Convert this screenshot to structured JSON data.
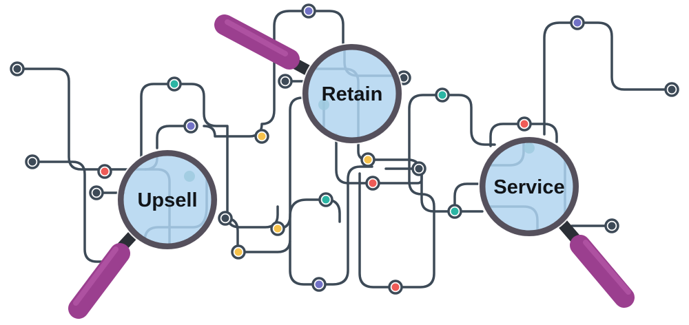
{
  "lenses": [
    {
      "id": "upsell",
      "label": "Upsell"
    },
    {
      "id": "retain",
      "label": "Retain"
    },
    {
      "id": "service",
      "label": "Service"
    }
  ],
  "colors": {
    "line": "#3d4a57",
    "node_dark": "#3d4a57",
    "node_teal": "#2bb5a4",
    "node_purple": "#7272c6",
    "node_red": "#ee5b57",
    "node_yellow": "#f6c24c",
    "lens_fill": "#b7d8f1",
    "lens_rim": "#55505c",
    "handle": "#9b3f8f",
    "handle_highlight": "#b75aa9"
  }
}
